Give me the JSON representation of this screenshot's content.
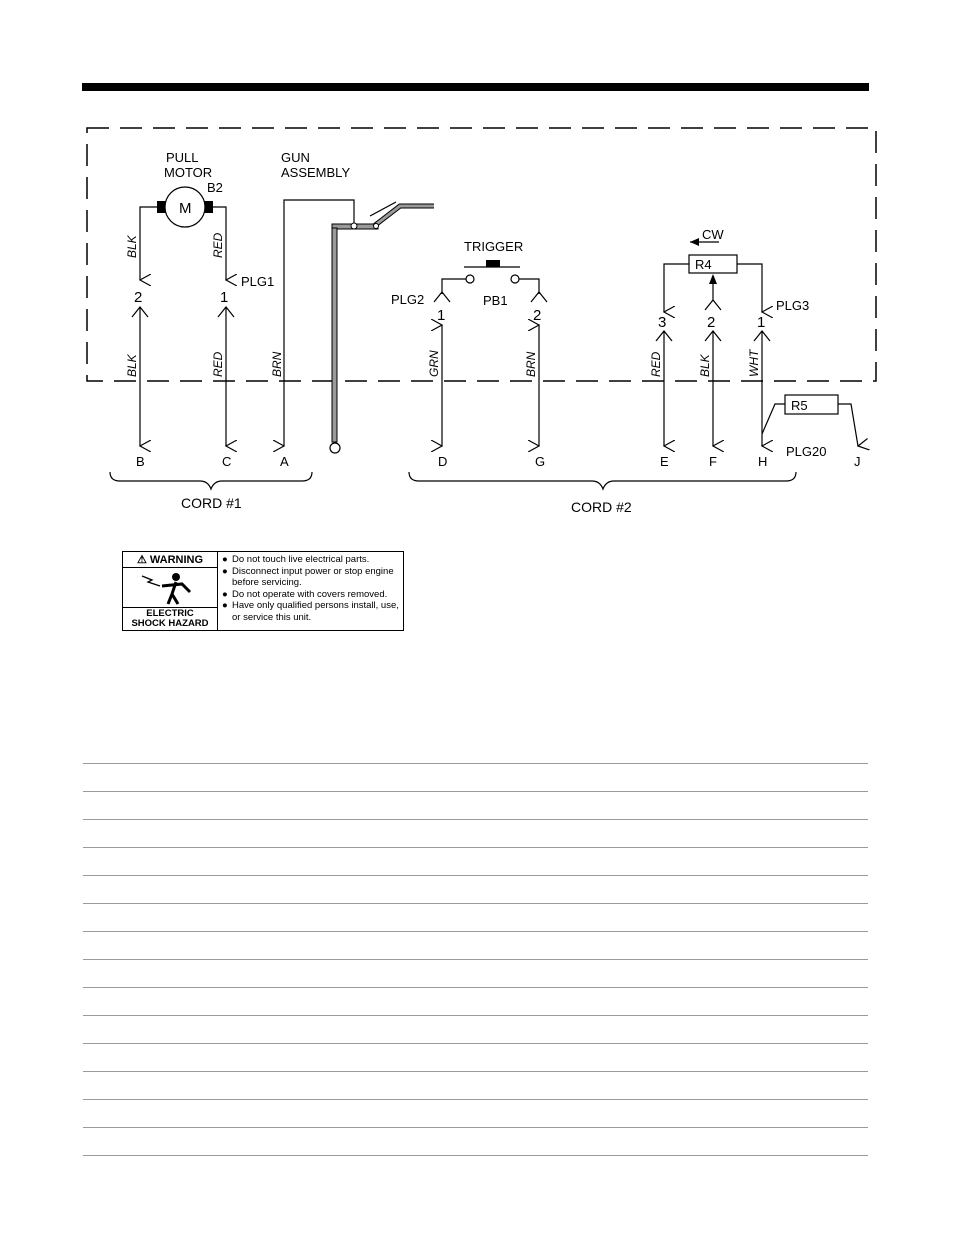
{
  "motor": {
    "title_line1": "PULL",
    "title_line2": "MOTOR",
    "designator": "B2",
    "symbol": "M"
  },
  "gun": {
    "line1": "GUN",
    "line2": "ASSEMBLY"
  },
  "trigger": {
    "label": "TRIGGER",
    "switch": "PB1"
  },
  "pot": {
    "direction": "CW",
    "designator": "R4"
  },
  "resistor5": "R5",
  "plugs": {
    "plg1": "PLG1",
    "plg2": "PLG2",
    "plg3": "PLG3",
    "plg20": "PLG20"
  },
  "pins": {
    "plg1": [
      "2",
      "1"
    ],
    "plg2": [
      "1",
      "2"
    ],
    "plg3": [
      "3",
      "2",
      "1"
    ]
  },
  "wire_colors": {
    "motor_upper": [
      "BLK",
      "RED"
    ],
    "lower": [
      "BLK",
      "RED",
      "BRN",
      "GRN",
      "BRN",
      "RED",
      "BLK",
      "WHT"
    ]
  },
  "terminals": [
    "B",
    "C",
    "A",
    "D",
    "G",
    "E",
    "F",
    "H",
    "J"
  ],
  "cords": [
    "CORD #1",
    "CORD #2"
  ],
  "warning": {
    "header": "WARNING",
    "footer_line1": "ELECTRIC",
    "footer_line2": "SHOCK HAZARD",
    "icon": "electric-shock-icon",
    "bullets": [
      "Do not touch live electrical parts.",
      "Disconnect input power or stop engine before servicing.",
      "Do not operate with covers removed.",
      "Have only qualified persons install, use, or service this unit."
    ]
  },
  "notes": {
    "ruled_lines": 15
  }
}
